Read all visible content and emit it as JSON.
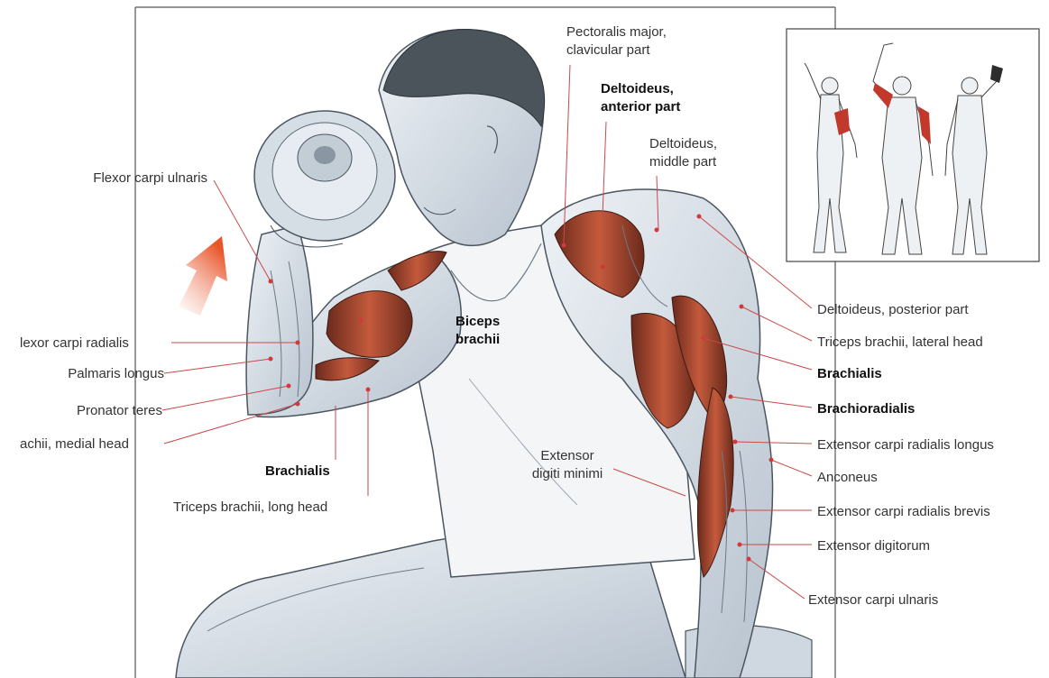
{
  "labels": {
    "pectoralis_major": "Pectoralis major,\nclavicular part",
    "deltoideus_anterior": "Deltoideus,\nanterior part",
    "deltoideus_middle": "Deltoideus,\nmiddle part",
    "flexor_carpi_ulnaris": "Flexor carpi ulnaris",
    "flexor_carpi_radialis": "lexor carpi radialis",
    "palmaris_longus": "Palmaris longus",
    "pronator_teres": "Pronator teres",
    "triceps_medial_head": "achii, medial head",
    "brachialis_left": "Brachialis",
    "triceps_long_head": "Triceps brachii, long head",
    "biceps_brachii": "Biceps\nbrachii",
    "extensor_digiti_minimi": "Extensor\ndigiti minimi",
    "deltoideus_posterior": "Deltoideus, posterior part",
    "triceps_lateral_head": "Triceps brachii, lateral head",
    "brachialis_right": "Brachialis",
    "brachioradialis": "Brachioradialis",
    "extensor_carpi_radialis_longus": "Extensor carpi radialis longus",
    "anconeus": "Anconeus",
    "extensor_carpi_radialis_brevis": "Extensor carpi radialis brevis",
    "extensor_digitorum": "Extensor digitorum",
    "extensor_carpi_ulnaris": "Extensor carpi ulnaris"
  },
  "colors": {
    "muscle_highlight": "#b5412b",
    "leader_line": "#c84a4a",
    "skin_shade": "#c9d2dc",
    "arrow": "#e8552a"
  },
  "icons": {
    "motion_arrow": "arrow-up-right-icon",
    "inset": "muscle-figures-inset"
  }
}
